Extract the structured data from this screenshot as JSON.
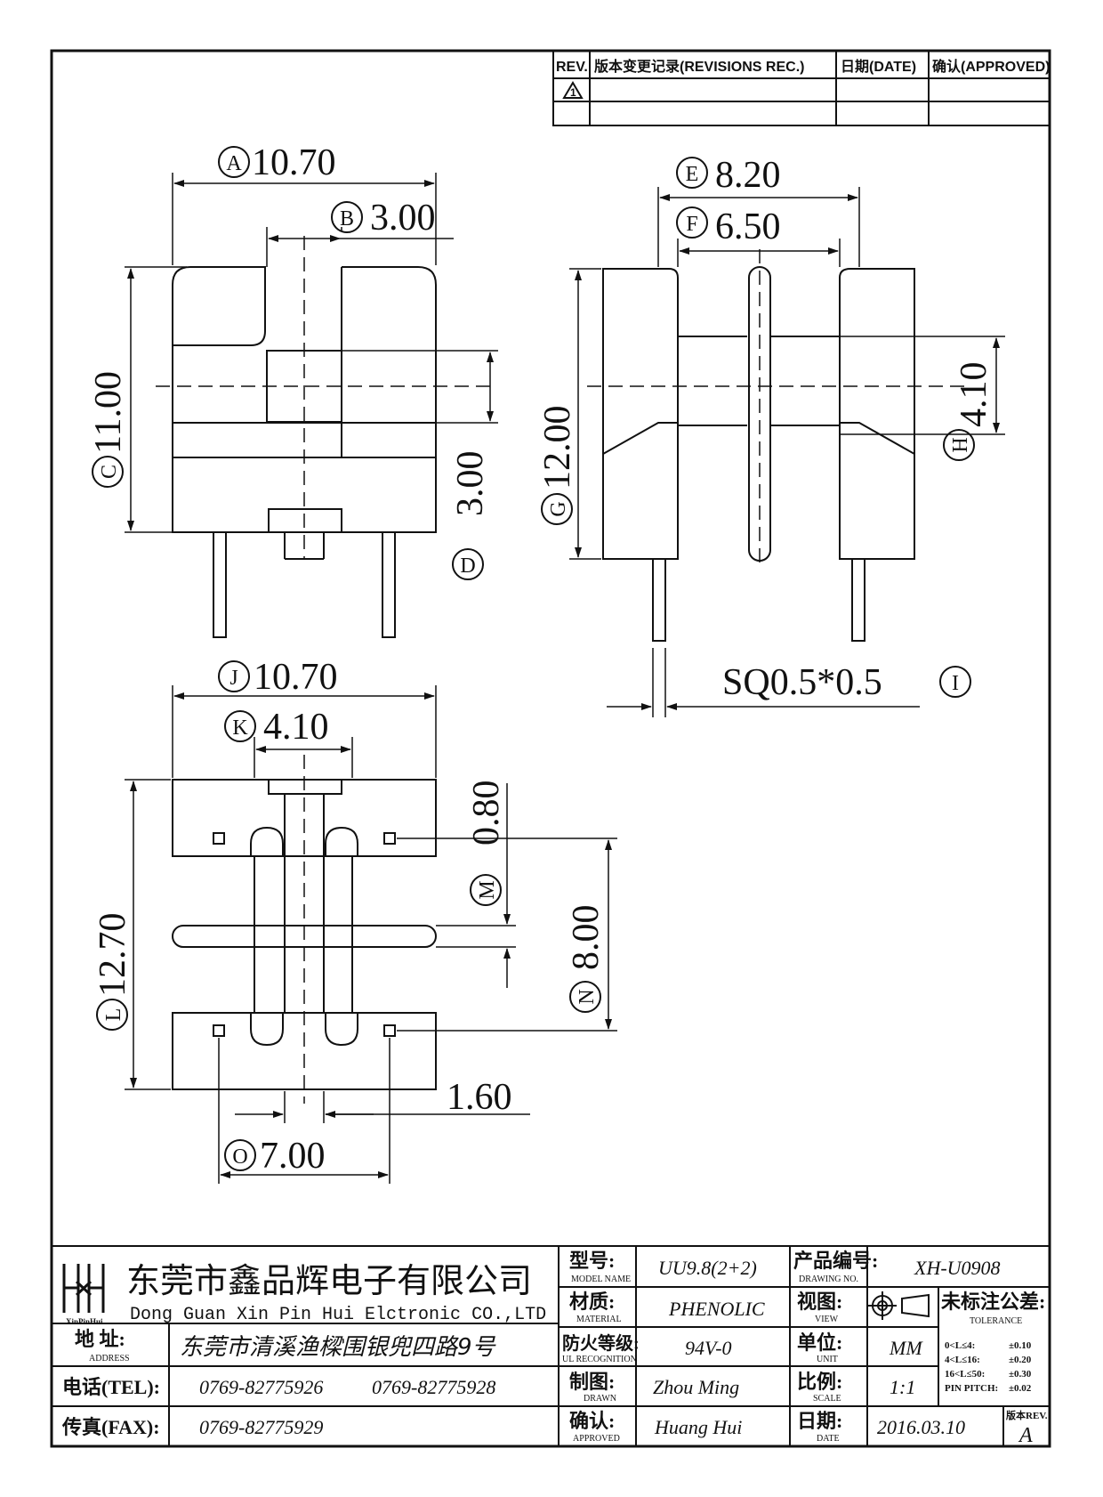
{
  "revision_table": {
    "rev_header": "REV.",
    "record_header": "版本变更记录(REVISIONS REC.)",
    "date_header": "日期(DATE)",
    "approved_header": "确认(APPROVED)",
    "rev_mark": "1"
  },
  "dimensions": {
    "A": {
      "symbol": "A",
      "value": "10.70"
    },
    "B": {
      "symbol": "B",
      "value": "3.00"
    },
    "C": {
      "symbol": "C",
      "value": "11.00"
    },
    "D": {
      "symbol": "D",
      "value": "3.00"
    },
    "E": {
      "symbol": "E",
      "value": "8.20"
    },
    "F": {
      "symbol": "F",
      "value": "6.50"
    },
    "G": {
      "symbol": "G",
      "value": "12.00"
    },
    "H": {
      "symbol": "H",
      "value": "4.10"
    },
    "I": {
      "symbol": "I",
      "value": "SQ0.5*0.5"
    },
    "J": {
      "symbol": "J",
      "value": "10.70"
    },
    "K": {
      "symbol": "K",
      "value": "4.10"
    },
    "L": {
      "symbol": "L",
      "value": "12.70"
    },
    "M": {
      "symbol": "M",
      "value": "0.80"
    },
    "N": {
      "symbol": "N",
      "value": "8.00"
    },
    "O": {
      "symbol": "O",
      "value": "7.00"
    },
    "P": {
      "value": "1.60"
    }
  },
  "title_block": {
    "company_cn": "东莞市鑫品辉电子有限公司",
    "company_en": "Dong Guan Xin Pin Hui Elctronic CO.,LTD",
    "logo_text": "XinPinHui",
    "address_label": "地  址:",
    "address_label_en": "ADDRESS",
    "address": "东莞市清溪渔樑围银兜四路9号",
    "tel_label": "电话(TEL):",
    "tel1": "0769-82775926",
    "tel2": "0769-82775928",
    "fax_label": "传真(FAX):",
    "fax": "0769-82775929",
    "model_label": "型号:",
    "model_label_en": "MODEL NAME",
    "model": "UU9.8(2+2)",
    "material_label": "材质:",
    "material_label_en": "MATERIAL",
    "material": "PHENOLIC",
    "fire_label": "防火等级:",
    "fire_label_en": "UL RECOGNITION",
    "fire": "94V-0",
    "drawn_label": "制图:",
    "drawn_label_en": "DRAWN",
    "drawn": "Zhou Ming",
    "approved_label": "确认:",
    "approved_label_en": "APPROVED",
    "approved": "Huang Hui",
    "drawing_no_label": "产品编号:",
    "drawing_no_label_en": "DRAWING NO.",
    "drawing_no": "XH-U0908",
    "view_label": "视图:",
    "view_label_en": "VIEW",
    "unit_label": "单位:",
    "unit_label_en": "UNIT",
    "unit": "MM",
    "scale_label": "比例:",
    "scale_label_en": "SCALE",
    "scale": "1:1",
    "date_label": "日期:",
    "date_label_en": "DATE",
    "date": "2016.03.10",
    "tolerance_label": "未标注公差:",
    "tolerance_label_en": "TOLERANCE",
    "tolerances": [
      {
        "range": "0<L≤4:",
        "value": "±0.10"
      },
      {
        "range": "4<L≤16:",
        "value": "±0.20"
      },
      {
        "range": "16<L≤50:",
        "value": "±0.30"
      },
      {
        "range": "PIN PITCH:",
        "value": "±0.02"
      }
    ],
    "rev_label": "版本REV.",
    "rev": "A"
  }
}
